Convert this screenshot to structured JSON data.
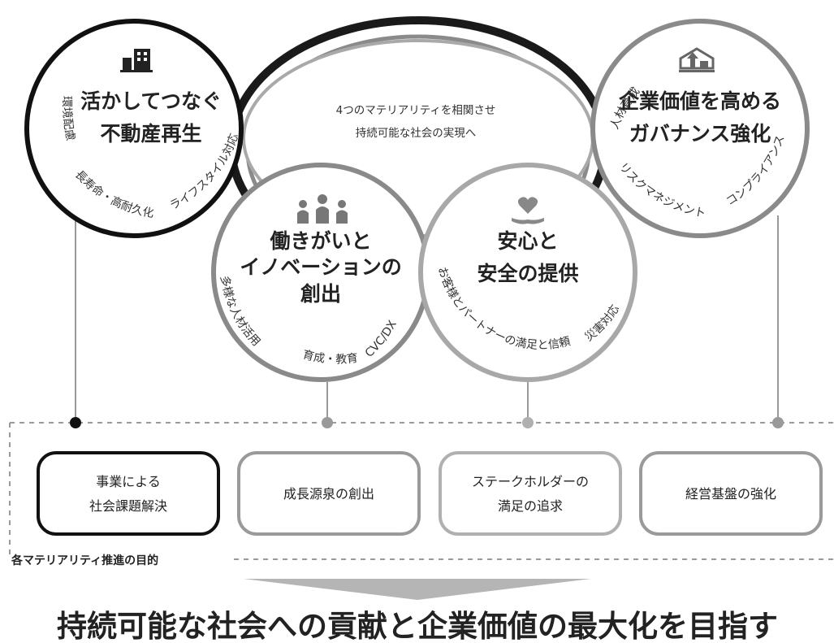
{
  "center": {
    "line1": "4つのマテリアリティを相関させ",
    "line2": "持続可能な社会の実現へ"
  },
  "materialities": [
    {
      "id": "real-estate",
      "title": [
        "活かしてつなぐ",
        "不動産再生"
      ],
      "arc_left": "環境配慮",
      "arc_bottom": "長寿命・高耐久化",
      "arc_right": "ライフスタイル対応",
      "icon": "building-icon"
    },
    {
      "id": "governance",
      "title": [
        "企業価値を高める",
        "ガバナンス強化"
      ],
      "arc_left": "人材育成",
      "arc_bottom": "リスクマネジメント",
      "arc_right": "コンプライアンス",
      "icon": "house-with-arrow-icon"
    },
    {
      "id": "work",
      "title": [
        "働きがいと",
        "イノベーションの",
        "創出"
      ],
      "arc_left": "多様な人材活用",
      "arc_bottom": "育成・教育",
      "arc_right": "CVC/DX",
      "icon": "people-group-icon"
    },
    {
      "id": "safety",
      "title": [
        "安心と",
        "安全の提供"
      ],
      "arc_left": "お客様とパートナーの満足と信頼",
      "arc_right": "災害対応",
      "icon": "heart-in-hand-icon"
    }
  ],
  "goals": [
    {
      "lines": [
        "事業による",
        "社会課題解決"
      ]
    },
    {
      "lines": [
        "成長源泉の創出"
      ]
    },
    {
      "lines": [
        "ステークホルダーの",
        "満足の追求"
      ]
    },
    {
      "lines": [
        "経営基盤の強化"
      ]
    }
  ],
  "purpose_label": "各マテリアリティ推進の目的",
  "bottom_title": "持続可能な社会への貢献と企業価値の最大化を目指す"
}
